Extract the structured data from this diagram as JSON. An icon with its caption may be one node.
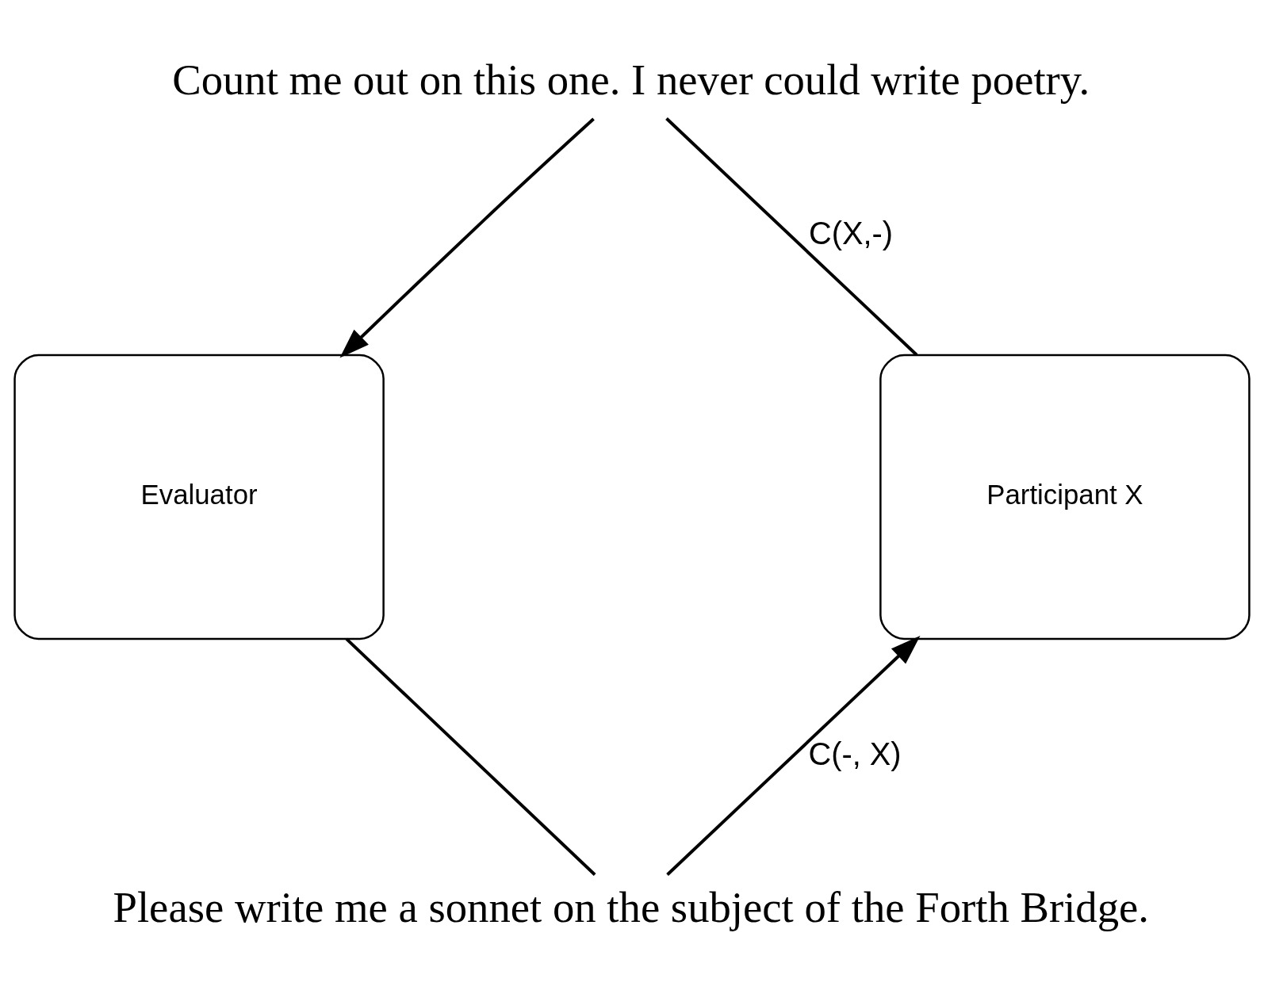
{
  "diagram": {
    "nodes": [
      {
        "text": [
          "Count me out on this one. I never could write poetry."
        ]
      },
      {
        "text": [
          "Evaluator"
        ]
      },
      {
        "text": [
          "Participant X"
        ]
      },
      {
        "text": [
          "Please write me a sonnet on the subject of the Forth Bridge."
        ]
      }
    ],
    "edges": [
      {
        "from": 2,
        "to": 0,
        "arrow": "none",
        "label": "C(X,-)"
      },
      {
        "from": 0,
        "to": 1,
        "arrow": "to"
      },
      {
        "from": 1,
        "to": 3,
        "arrow": "none"
      },
      {
        "from": 3,
        "to": 2,
        "arrow": "to",
        "label": "C(-, X)"
      }
    ]
  }
}
